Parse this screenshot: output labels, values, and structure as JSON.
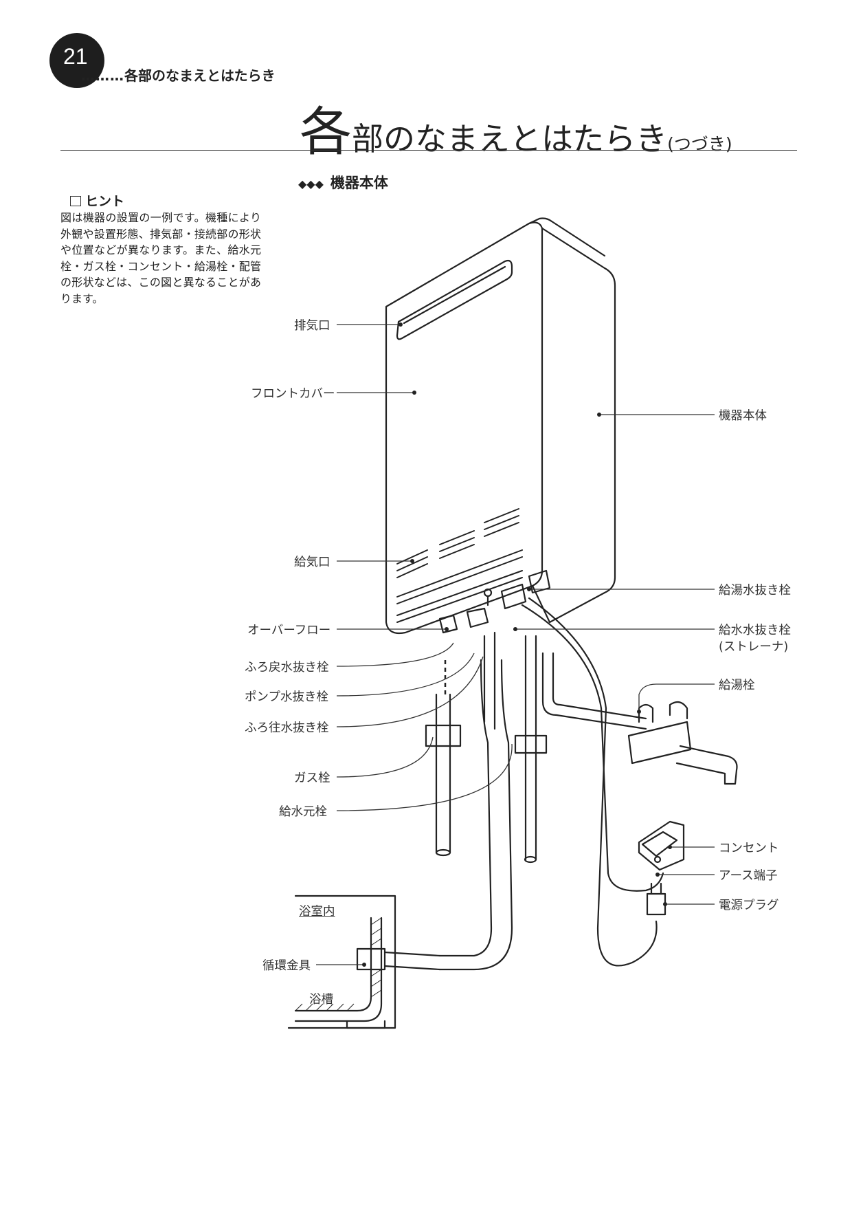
{
  "page": {
    "number": "21",
    "header_sub": "各部のなまえとはたらき",
    "header_dots": "………"
  },
  "title": {
    "first_char": "各",
    "rest": "部のなまえとはたらき",
    "suffix": "(つづき)"
  },
  "section": {
    "diamonds": "◆◆◆",
    "heading": "機器本体"
  },
  "hint": {
    "heading": "ヒント",
    "text": "図は機器の設置の一例です。機種により外観や設置形態、排気部・接続部の形状や位置などが異なります。また、給水元栓・ガス栓・コンセント・給湯栓・配管の形状などは、この図と異なることがあります。"
  },
  "labels": {
    "exhaust": "排気口",
    "front_cover": "フロントカバー",
    "intake": "給気口",
    "overflow": "オーバーフロー",
    "bath_return_drain": "ふろ戻水抜き栓",
    "pump_drain": "ポンプ水抜き栓",
    "bath_supply_drain": "ふろ往水抜き栓",
    "gas_valve": "ガス栓",
    "water_main_valve": "給水元栓",
    "unit_body": "機器本体",
    "hot_water_drain": "給湯水抜き栓",
    "water_supply_drain": "給水水抜き栓",
    "strainer": "(ストレーナ)",
    "faucet": "給湯栓",
    "outlet": "コンセント",
    "ground_terminal": "アース端子",
    "power_plug": "電源プラグ",
    "bathroom_interior": "浴室内",
    "circulation_fitting": "循環金具",
    "bathtub": "浴槽"
  }
}
